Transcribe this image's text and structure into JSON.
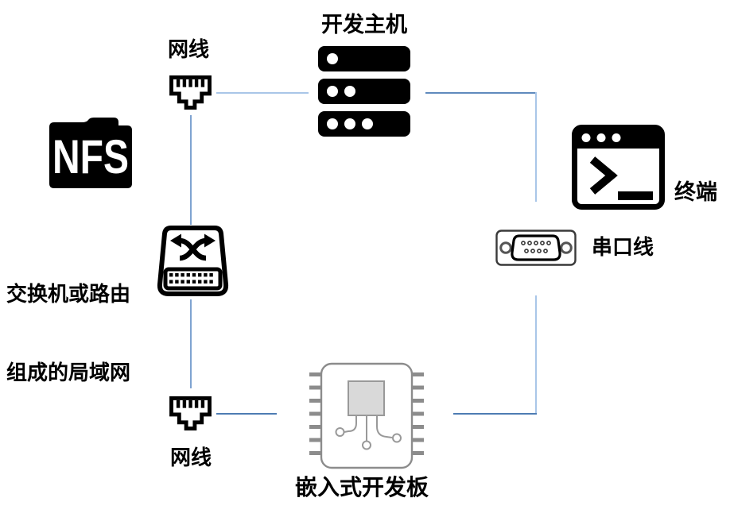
{
  "diagram": {
    "nodes": {
      "dev_host": {
        "label": "开发主机",
        "icon": "server-icon"
      },
      "cable_top": {
        "label": "网线",
        "icon": "rj45-icon"
      },
      "nfs": {
        "label": "NFS",
        "icon": "folder-icon"
      },
      "lan": {
        "label_line1": "交换机或路由",
        "label_line2": "组成的局域网",
        "icon": "switch-icon"
      },
      "terminal": {
        "label": "终端",
        "icon": "terminal-icon"
      },
      "serial": {
        "label": "串口线",
        "icon": "db9-serial-icon"
      },
      "cable_bottom": {
        "label": "网线",
        "icon": "rj45-icon"
      },
      "board": {
        "label": "嵌入式开发板",
        "icon": "chip-board-icon"
      }
    },
    "connections": [
      "cable_top - dev_host",
      "dev_host - serial (via terminal corner)",
      "serial - board",
      "board - cable_bottom",
      "cable_bottom - lan switch",
      "lan switch - cable_top"
    ],
    "colors": {
      "line_light": "#A9C6E8",
      "line_medium": "#5F8ABD",
      "line_mediumlight": "#7FA3D1",
      "line_dark": "#4E7CB3",
      "icon_black": "#000000",
      "board_gray": "#8C8C8C",
      "chip_fill": "#D9D9D9",
      "background": "#FFFFFF"
    }
  }
}
